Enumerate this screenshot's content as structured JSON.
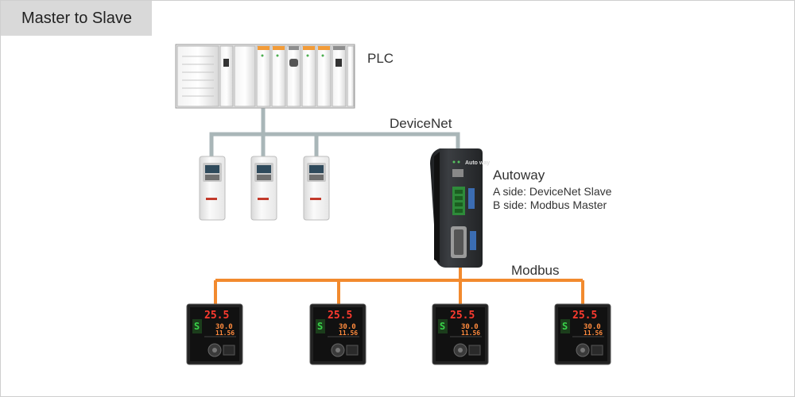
{
  "title": "Master to Slave",
  "labels": {
    "plc": "PLC",
    "devicenet": "DeviceNet",
    "autoway": "Autoway",
    "a_side": "A side: DeviceNet Slave",
    "b_side": "B side: Modbus Master",
    "modbus": "Modbus"
  },
  "controller_display": {
    "pv": "25.5",
    "sv": "30.0",
    "out": "11.56",
    "ch": "S"
  },
  "gateway_brand": "Auto way",
  "colors": {
    "devicenet_line": "#a9b6b8",
    "modbus_line": "#f28a2e",
    "tab_bg": "#d9d9d9"
  }
}
